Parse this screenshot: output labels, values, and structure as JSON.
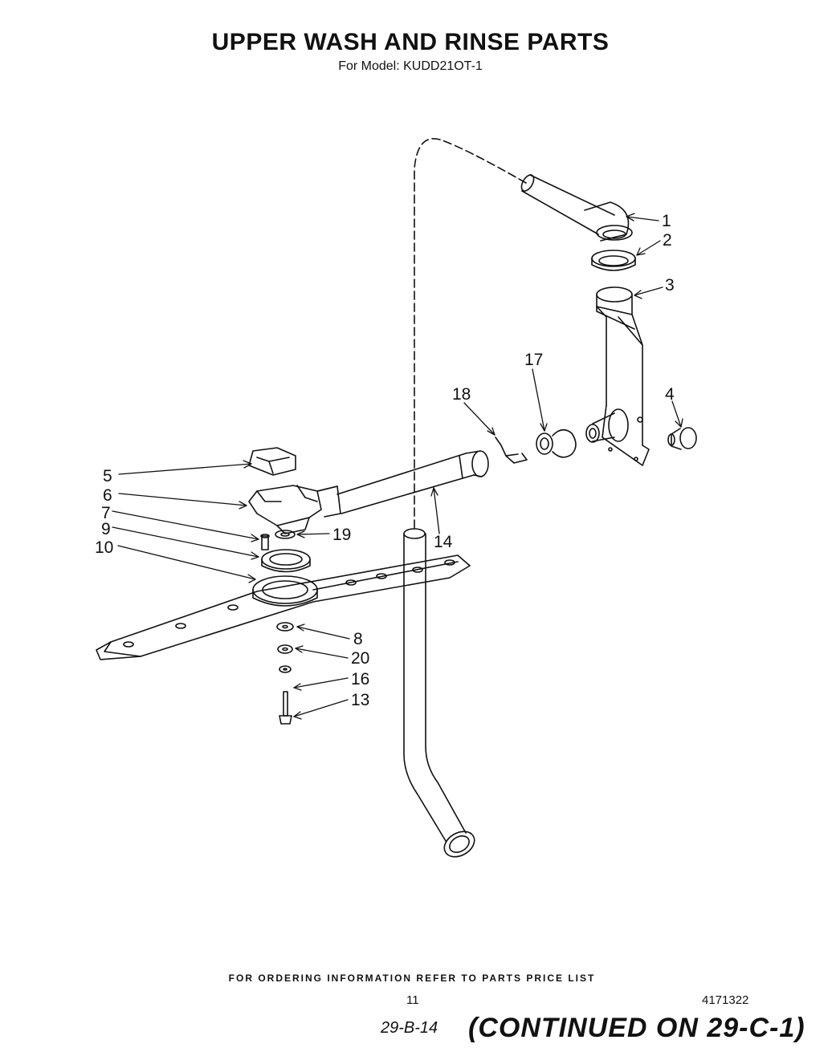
{
  "header": {
    "title": "UPPER WASH AND RINSE PARTS",
    "subtitle": "For Model: KUDD21OT-1"
  },
  "callouts": [
    {
      "id": "1",
      "label": "1"
    },
    {
      "id": "2",
      "label": "2"
    },
    {
      "id": "3",
      "label": "3"
    },
    {
      "id": "4",
      "label": "4"
    },
    {
      "id": "5",
      "label": "5"
    },
    {
      "id": "6",
      "label": "6"
    },
    {
      "id": "7",
      "label": "7"
    },
    {
      "id": "8",
      "label": "8"
    },
    {
      "id": "9",
      "label": "9"
    },
    {
      "id": "10",
      "label": "10"
    },
    {
      "id": "13",
      "label": "13"
    },
    {
      "id": "14",
      "label": "14"
    },
    {
      "id": "16",
      "label": "16"
    },
    {
      "id": "17",
      "label": "17"
    },
    {
      "id": "18",
      "label": "18"
    },
    {
      "id": "19",
      "label": "19"
    },
    {
      "id": "20",
      "label": "20"
    }
  ],
  "footer": {
    "ordering_info": "FOR ORDERING INFORMATION REFER TO PARTS PRICE LIST",
    "page_number": "11",
    "doc_number": "4171322",
    "handwritten_ref": "29-B-14",
    "continued": "(CONTINUED ON 29-C-1)"
  }
}
